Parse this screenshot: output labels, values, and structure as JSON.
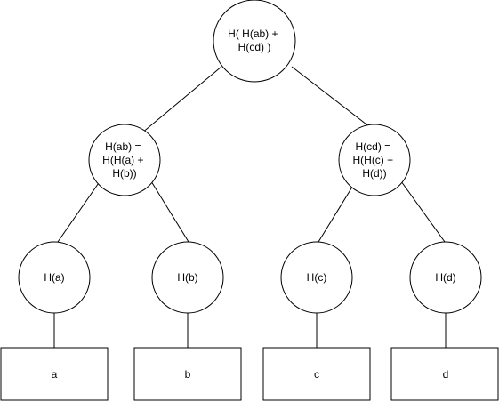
{
  "diagram": {
    "root": {
      "lines": [
        "H( H(ab) +",
        "H(cd) )"
      ]
    },
    "hab": {
      "lines": [
        "H(ab) =",
        "H(H(a) +",
        "H(b))"
      ]
    },
    "hcd": {
      "lines": [
        "H(cd) =",
        "H(H(c) +",
        "H(d))"
      ]
    },
    "ha": {
      "lines": [
        "H(a)"
      ]
    },
    "hb": {
      "lines": [
        "H(b)"
      ]
    },
    "hc": {
      "lines": [
        "H(c)"
      ]
    },
    "hd": {
      "lines": [
        "H(d)"
      ]
    },
    "leaf_a": {
      "label": "a"
    },
    "leaf_b": {
      "label": "b"
    },
    "leaf_c": {
      "label": "c"
    },
    "leaf_d": {
      "label": "d"
    }
  }
}
